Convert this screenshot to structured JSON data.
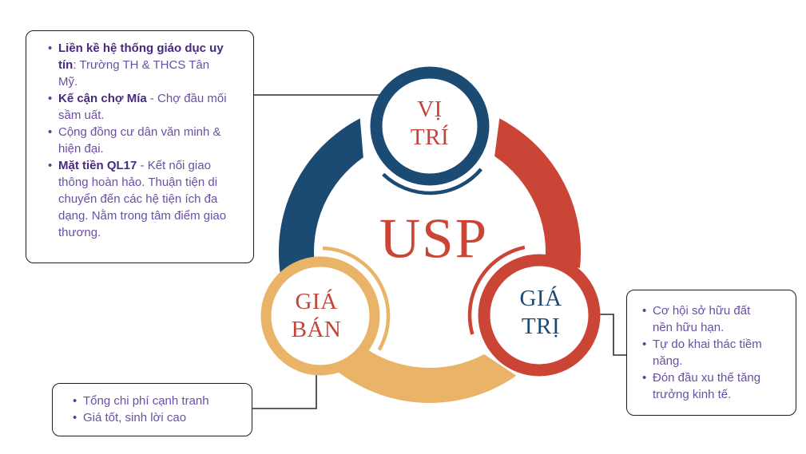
{
  "colors": {
    "blue": "#1B4A73",
    "red": "#CB4536",
    "yellow": "#EAB468",
    "connector": "#2C2C2C",
    "label_red": "#C5443A",
    "label_blue": "#1D4A73",
    "text_purple": "#6A4FA3",
    "text_bold_purple": "#472A80"
  },
  "diagram": {
    "center_label": "USP",
    "nodes": [
      {
        "id": "vi-tri",
        "line1": "VỊ",
        "line2": "TRÍ"
      },
      {
        "id": "gia-tri",
        "line1": "GIÁ",
        "line2": "TRỊ"
      },
      {
        "id": "gia-ban",
        "line1": "GIÁ",
        "line2": "BÁN"
      }
    ]
  },
  "boxes": {
    "location": {
      "items": [
        {
          "bold": "Liền kề hệ thống giáo dục uy tín",
          "rest": ": Trường TH & THCS Tân Mỹ."
        },
        {
          "bold": "Kế cận chợ Mía",
          "rest": " - Chợ đầu mối sầm uất."
        },
        {
          "bold": "",
          "rest": "Cộng đồng cư dân văn minh & hiện đại."
        },
        {
          "bold": "Mặt tiền QL17",
          "rest": " - Kết nối giao thông hoàn hảo. Thuận tiện di chuyển đến các hệ tiện ích đa dạng. Nằm trong tâm điểm giao thương."
        }
      ]
    },
    "value": {
      "items": [
        {
          "bold": "",
          "rest": "Cơ hội sở hữu đất nền hữu hạn."
        },
        {
          "bold": "",
          "rest": "Tự do khai thác tiềm năng."
        },
        {
          "bold": "",
          "rest": "Đón đầu xu thế tăng trưởng kinh tế."
        }
      ]
    },
    "price": {
      "items": [
        {
          "bold": "",
          "rest": "Tổng chi phí cạnh tranh"
        },
        {
          "bold": "",
          "rest": "Giá tốt, sinh lời cao"
        }
      ]
    }
  }
}
